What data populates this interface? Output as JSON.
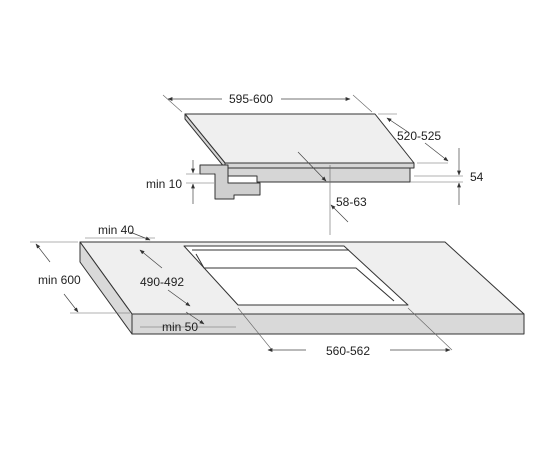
{
  "colors": {
    "hob_top": "#efefef",
    "hob_front": "#d6d6d6",
    "worktop_top": "#efefef",
    "worktop_front": "#d9d9d9",
    "cutout": "#ffffff",
    "bracket": "#cfcfcf",
    "line": "#333333"
  },
  "hob": {
    "width_label": "595-600",
    "depth_label": "520-525",
    "height_label": "54",
    "edge_clearance_label": "58-63",
    "bracket_clearance_label": "min 10"
  },
  "worktop": {
    "back_clearance_label": "min 40",
    "depth_label": "min 600",
    "cutout_depth_label": "490-492",
    "front_clearance_label": "min 50",
    "cutout_width_label": "560-562"
  }
}
